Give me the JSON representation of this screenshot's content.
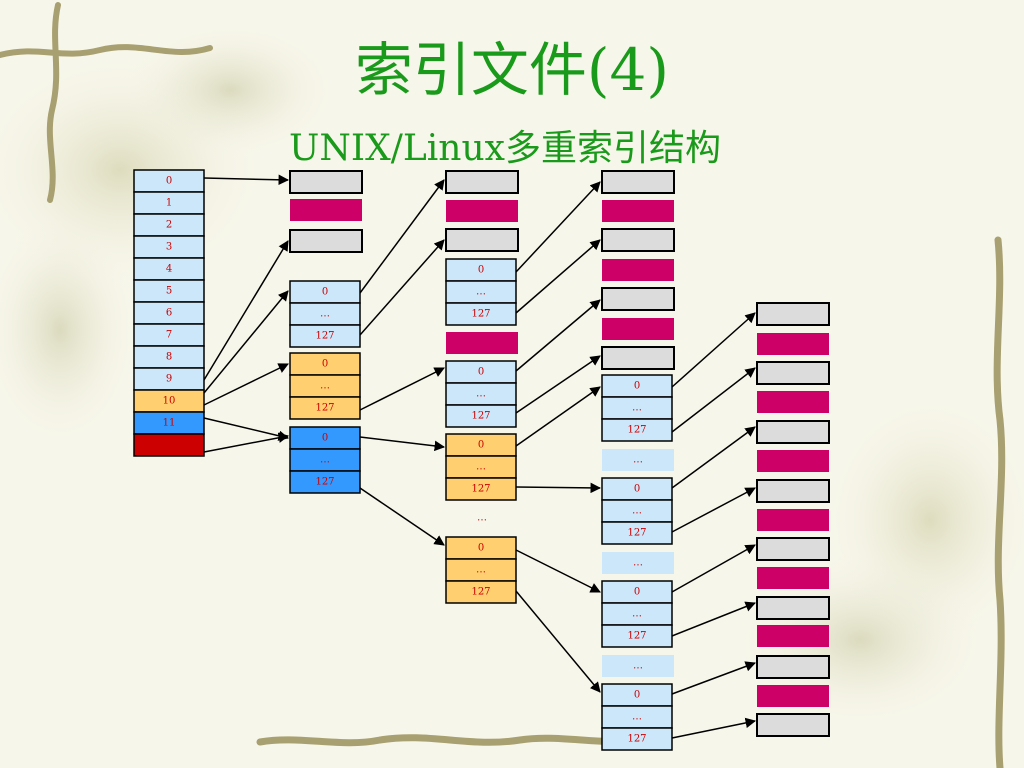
{
  "slide": {
    "title": "索引文件(4)",
    "subtitle": "UNIX/Linux多重索引结构"
  },
  "colors": {
    "title": "#1a9a1a",
    "index_cell": "#cce6fa",
    "single_indirect": "#ffcf70",
    "double_indirect": "#3399ff",
    "triple_indirect": "#cc0000",
    "data_block_gray": "#dcdcdc",
    "data_block_magenta": "#cc0066",
    "cell_text": "#cc0000"
  },
  "diagram": {
    "inode_labels": [
      "0",
      "1",
      "2",
      "3",
      "4",
      "5",
      "6",
      "7",
      "8",
      "9",
      "10",
      "11"
    ],
    "block_labels": {
      "first": "0",
      "middle": "…",
      "last": "127"
    },
    "ellipsis": "…"
  }
}
